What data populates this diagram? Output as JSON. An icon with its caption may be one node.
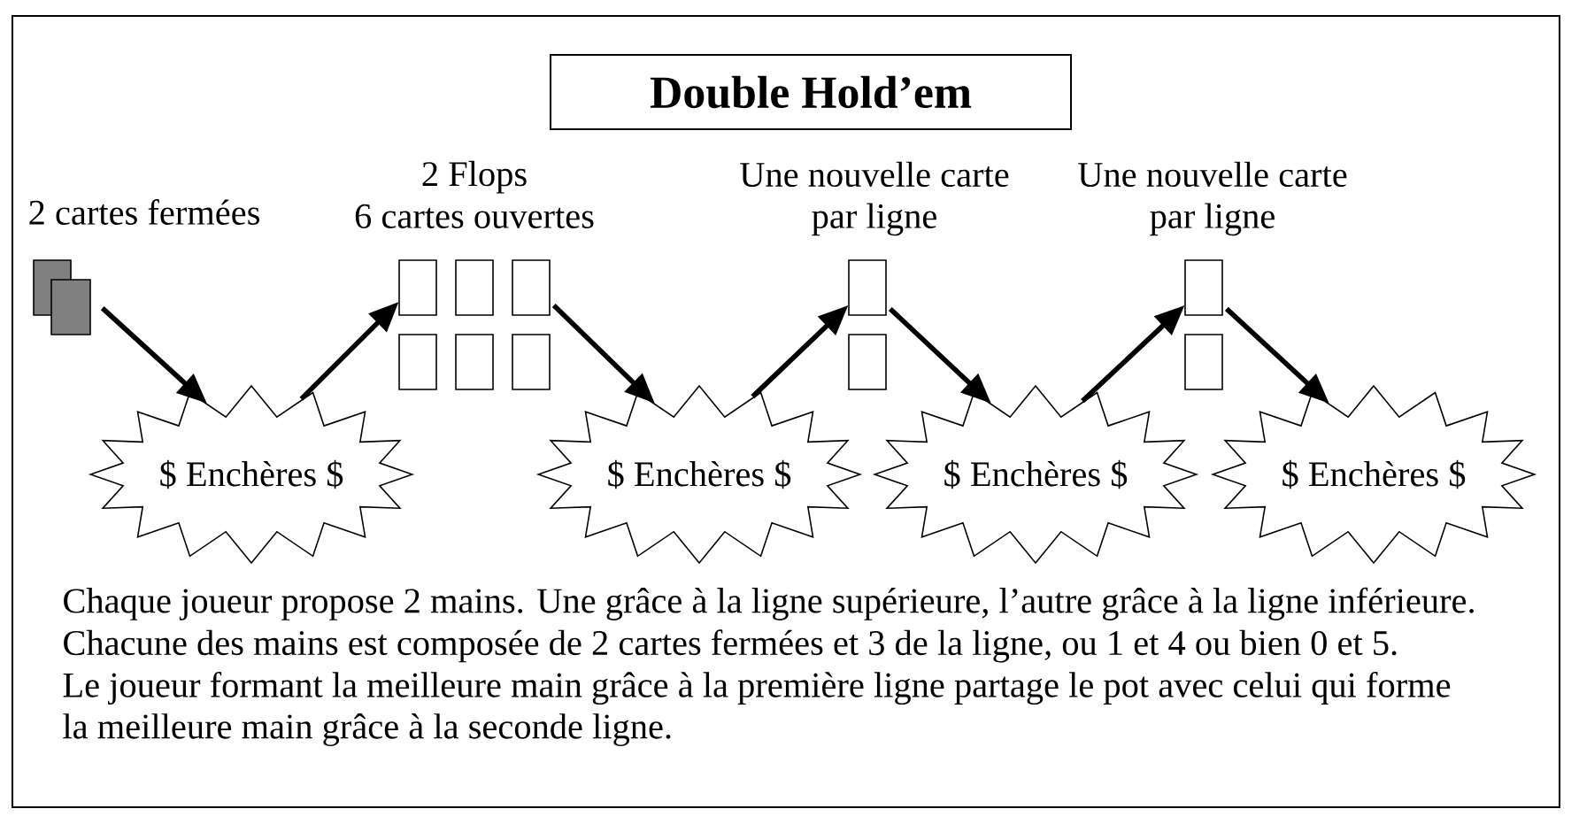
{
  "diagram": {
    "title": "Double Hold’em",
    "nodes": [
      {
        "text": [
          "2 cartes fermées"
        ]
      },
      {
        "text": [
          "$ Enchères $"
        ]
      },
      {
        "text": [
          "2 Flops",
          "6 cartes ouvertes"
        ]
      },
      {
        "text": [
          "$ Enchères $"
        ]
      },
      {
        "text": [
          "Une nouvelle carte par ligne"
        ]
      },
      {
        "text": [
          "$ Enchères $"
        ]
      },
      {
        "text": [
          "Une nouvelle carte par ligne"
        ]
      },
      {
        "text": [
          "$ Enchères $"
        ]
      }
    ],
    "edges": [
      {
        "from": 0,
        "to": 1,
        "arrow": "to"
      },
      {
        "from": 1,
        "to": 2,
        "arrow": "to"
      },
      {
        "from": 2,
        "to": 3,
        "arrow": "to"
      },
      {
        "from": 3,
        "to": 4,
        "arrow": "to"
      },
      {
        "from": 4,
        "to": 5,
        "arrow": "to"
      },
      {
        "from": 5,
        "to": 6,
        "arrow": "to"
      },
      {
        "from": 6,
        "to": 7,
        "arrow": "to"
      }
    ],
    "labels": [
      "Chaque joueur propose 2 mains. Une grâce à la ligne supérieure, l’autre grâce à la ligne inférieure.",
      "Chacune des mains est composée de 2 cartes fermées et 3 de la ligne, ou 1 et 4 ou bien 0 et 5.",
      "Le joueur formant la meilleure main grâce à la première ligne partage le pot avec celui qui forme la meilleure main grâce à la seconde ligne."
    ]
  }
}
